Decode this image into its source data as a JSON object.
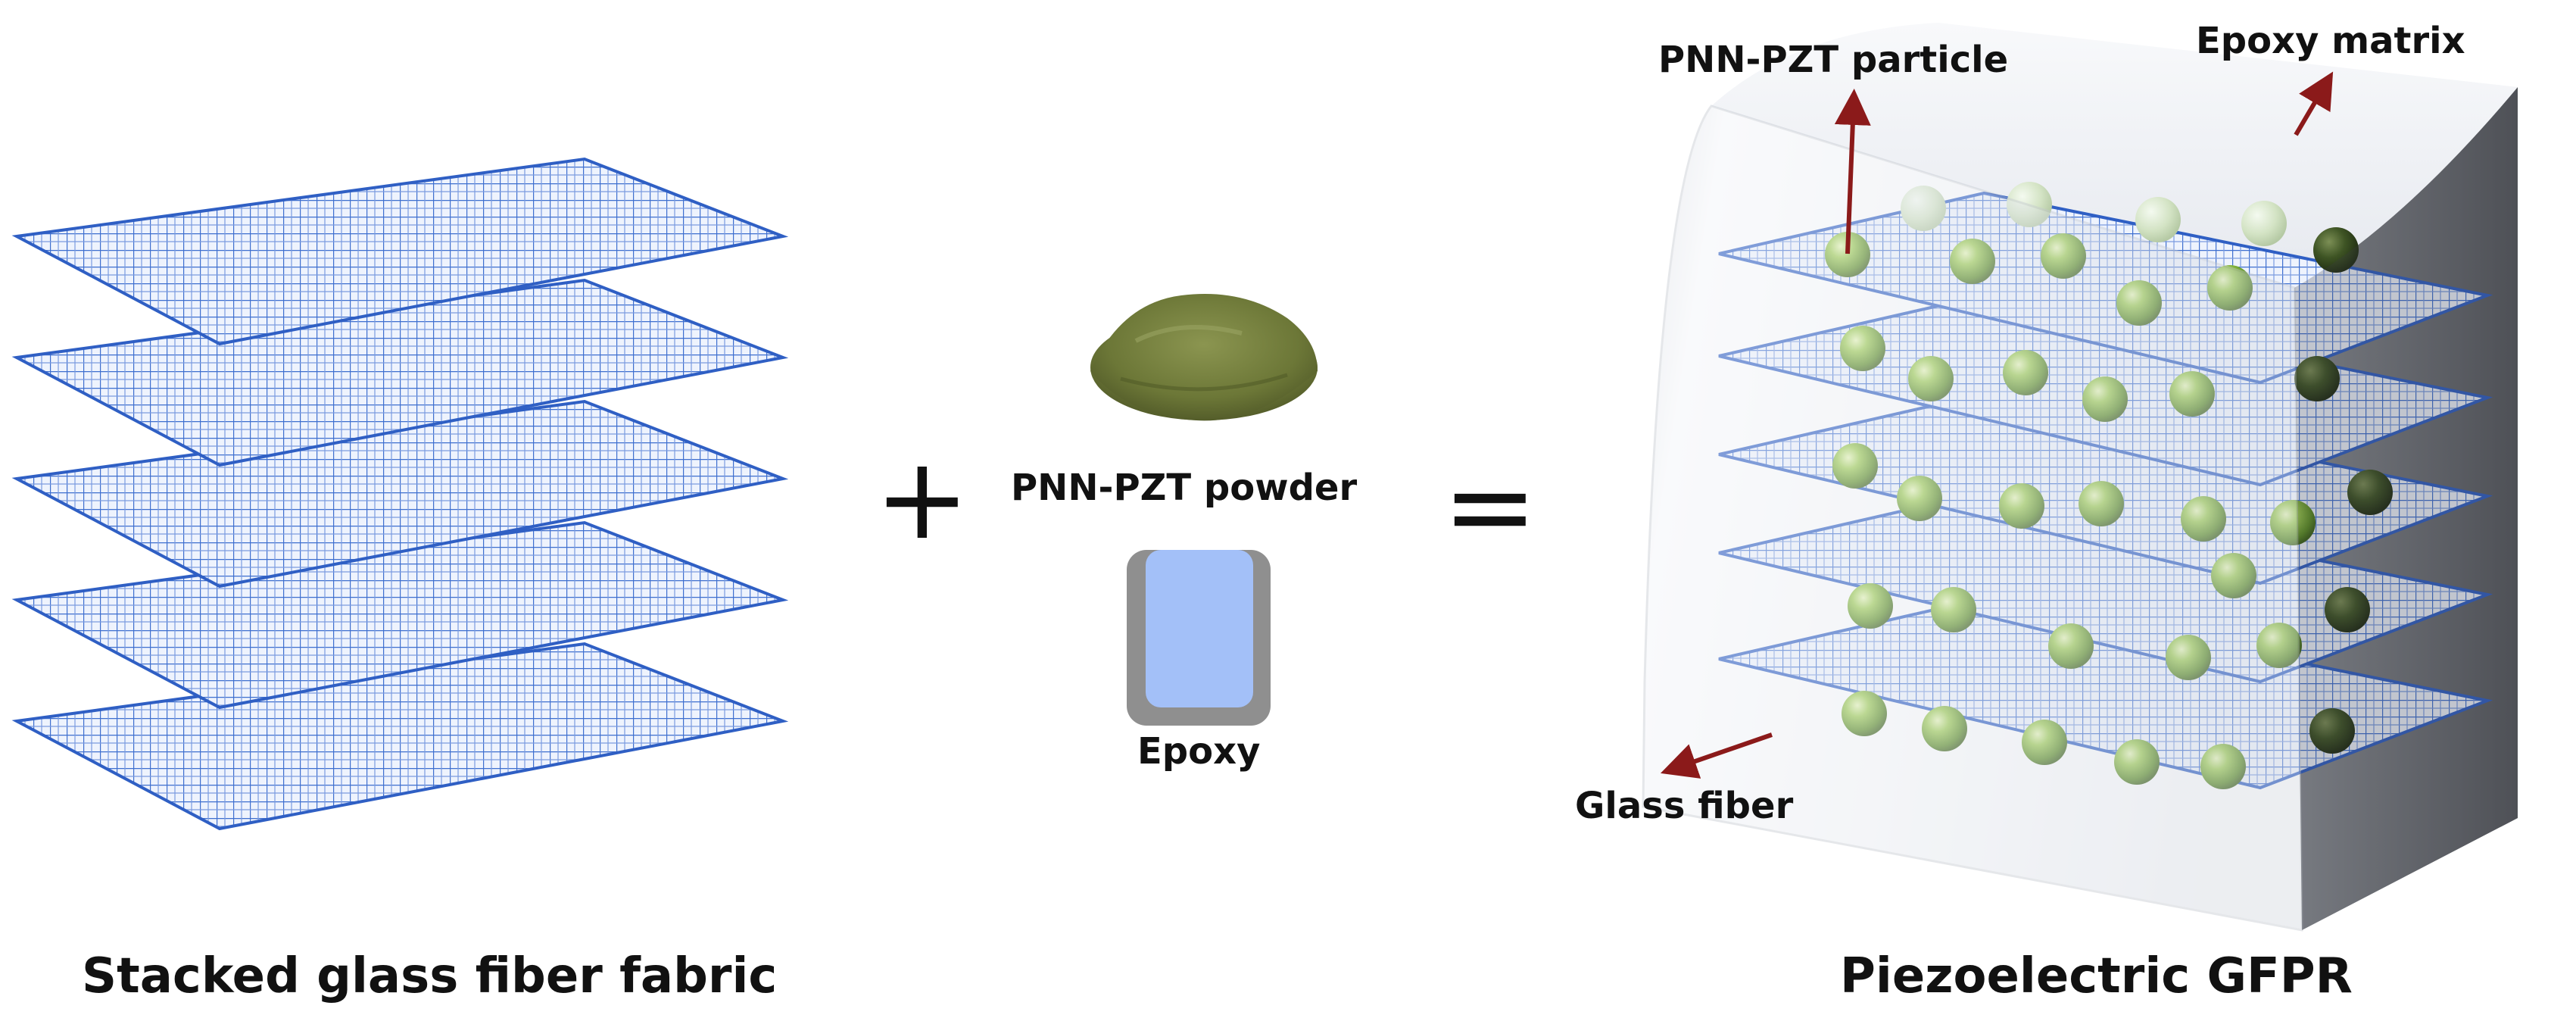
{
  "captions": {
    "left": "Stacked glass fiber fabric",
    "right": "Piezoelectric GFPR"
  },
  "materials": {
    "powder_label": "PNN-PZT powder",
    "epoxy_label": "Epoxy"
  },
  "operators": {
    "plus": "+",
    "equals": "="
  },
  "annotations": {
    "particle": "PNN-PZT particle",
    "matrix": "Epoxy matrix",
    "fiber": "Glass fiber"
  },
  "colors": {
    "fabric_grid": "#3e6fcf",
    "fabric_fill": "#eef3fd",
    "particle": "#6fa032",
    "particle_highlight": "#d9f0a6",
    "epoxy_container": "#8f8f8f",
    "epoxy_fill": "#a3c0f8",
    "powder": "#6f7a3c",
    "arrow": "#8b1a1a",
    "block_front": "#dfe4ec",
    "block_side": "#6b6f75"
  },
  "icons": [
    "powder-pile-icon",
    "epoxy-container-icon"
  ]
}
